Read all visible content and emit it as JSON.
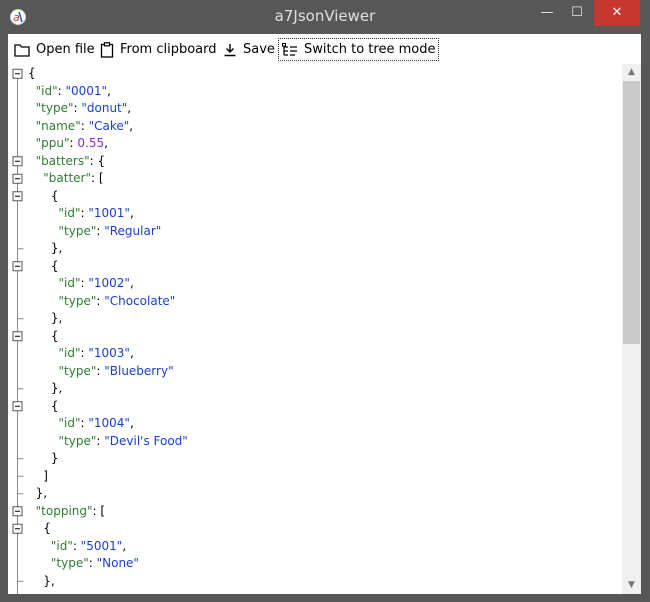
{
  "window": {
    "title": "a7JsonViewer",
    "controls": {
      "minimize": "—",
      "maximize": "☐",
      "close": "✕"
    },
    "accent": "#c7372f"
  },
  "toolbar": {
    "open_file": "Open file",
    "from_clipboard": "From clipboard",
    "save": "Save",
    "switch_mode": "Switch to tree mode"
  },
  "json_lines": [
    [
      {
        "t": "p",
        "v": "{"
      }
    ],
    [
      {
        "t": "p",
        "v": "  "
      },
      {
        "t": "k",
        "v": "\"id\""
      },
      {
        "t": "p",
        "v": ": "
      },
      {
        "t": "s",
        "v": "\"0001\""
      },
      {
        "t": "p",
        "v": ","
      }
    ],
    [
      {
        "t": "p",
        "v": "  "
      },
      {
        "t": "k",
        "v": "\"type\""
      },
      {
        "t": "p",
        "v": ": "
      },
      {
        "t": "s",
        "v": "\"donut\""
      },
      {
        "t": "p",
        "v": ","
      }
    ],
    [
      {
        "t": "p",
        "v": "  "
      },
      {
        "t": "k",
        "v": "\"name\""
      },
      {
        "t": "p",
        "v": ": "
      },
      {
        "t": "s",
        "v": "\"Cake\""
      },
      {
        "t": "p",
        "v": ","
      }
    ],
    [
      {
        "t": "p",
        "v": "  "
      },
      {
        "t": "k",
        "v": "\"ppu\""
      },
      {
        "t": "p",
        "v": ": "
      },
      {
        "t": "n",
        "v": "0.55"
      },
      {
        "t": "p",
        "v": ","
      }
    ],
    [
      {
        "t": "p",
        "v": "  "
      },
      {
        "t": "k",
        "v": "\"batters\""
      },
      {
        "t": "p",
        "v": ": {"
      }
    ],
    [
      {
        "t": "p",
        "v": "    "
      },
      {
        "t": "k",
        "v": "\"batter\""
      },
      {
        "t": "p",
        "v": ": ["
      }
    ],
    [
      {
        "t": "p",
        "v": "      {"
      }
    ],
    [
      {
        "t": "p",
        "v": "        "
      },
      {
        "t": "k",
        "v": "\"id\""
      },
      {
        "t": "p",
        "v": ": "
      },
      {
        "t": "s",
        "v": "\"1001\""
      },
      {
        "t": "p",
        "v": ","
      }
    ],
    [
      {
        "t": "p",
        "v": "        "
      },
      {
        "t": "k",
        "v": "\"type\""
      },
      {
        "t": "p",
        "v": ": "
      },
      {
        "t": "s",
        "v": "\"Regular\""
      }
    ],
    [
      {
        "t": "p",
        "v": "      },"
      }
    ],
    [
      {
        "t": "p",
        "v": "      {"
      }
    ],
    [
      {
        "t": "p",
        "v": "        "
      },
      {
        "t": "k",
        "v": "\"id\""
      },
      {
        "t": "p",
        "v": ": "
      },
      {
        "t": "s",
        "v": "\"1002\""
      },
      {
        "t": "p",
        "v": ","
      }
    ],
    [
      {
        "t": "p",
        "v": "        "
      },
      {
        "t": "k",
        "v": "\"type\""
      },
      {
        "t": "p",
        "v": ": "
      },
      {
        "t": "s",
        "v": "\"Chocolate\""
      }
    ],
    [
      {
        "t": "p",
        "v": "      },"
      }
    ],
    [
      {
        "t": "p",
        "v": "      {"
      }
    ],
    [
      {
        "t": "p",
        "v": "        "
      },
      {
        "t": "k",
        "v": "\"id\""
      },
      {
        "t": "p",
        "v": ": "
      },
      {
        "t": "s",
        "v": "\"1003\""
      },
      {
        "t": "p",
        "v": ","
      }
    ],
    [
      {
        "t": "p",
        "v": "        "
      },
      {
        "t": "k",
        "v": "\"type\""
      },
      {
        "t": "p",
        "v": ": "
      },
      {
        "t": "s",
        "v": "\"Blueberry\""
      }
    ],
    [
      {
        "t": "p",
        "v": "      },"
      }
    ],
    [
      {
        "t": "p",
        "v": "      {"
      }
    ],
    [
      {
        "t": "p",
        "v": "        "
      },
      {
        "t": "k",
        "v": "\"id\""
      },
      {
        "t": "p",
        "v": ": "
      },
      {
        "t": "s",
        "v": "\"1004\""
      },
      {
        "t": "p",
        "v": ","
      }
    ],
    [
      {
        "t": "p",
        "v": "        "
      },
      {
        "t": "k",
        "v": "\"type\""
      },
      {
        "t": "p",
        "v": ": "
      },
      {
        "t": "s",
        "v": "\"Devil's Food\""
      }
    ],
    [
      {
        "t": "p",
        "v": "      }"
      }
    ],
    [
      {
        "t": "p",
        "v": "    ]"
      }
    ],
    [
      {
        "t": "p",
        "v": "  },"
      }
    ],
    [
      {
        "t": "p",
        "v": "  "
      },
      {
        "t": "k",
        "v": "\"topping\""
      },
      {
        "t": "p",
        "v": ": ["
      }
    ],
    [
      {
        "t": "p",
        "v": "    {"
      }
    ],
    [
      {
        "t": "p",
        "v": "      "
      },
      {
        "t": "k",
        "v": "\"id\""
      },
      {
        "t": "p",
        "v": ": "
      },
      {
        "t": "s",
        "v": "\"5001\""
      },
      {
        "t": "p",
        "v": ","
      }
    ],
    [
      {
        "t": "p",
        "v": "      "
      },
      {
        "t": "k",
        "v": "\"type\""
      },
      {
        "t": "p",
        "v": ": "
      },
      {
        "t": "s",
        "v": "\"None\""
      }
    ],
    [
      {
        "t": "p",
        "v": "    },"
      }
    ]
  ],
  "folds": [
    "open",
    "none",
    "none",
    "none",
    "none",
    "open",
    "open",
    "open",
    "none",
    "none",
    "end",
    "open",
    "none",
    "none",
    "end",
    "open",
    "none",
    "none",
    "end",
    "open",
    "none",
    "none",
    "end",
    "end",
    "end",
    "open",
    "open",
    "none",
    "none",
    "end"
  ],
  "colors": {
    "key": "#2e7d32",
    "string": "#1a3fd0",
    "number": "#8a2be2"
  },
  "scrollbar": {
    "position_fraction": 0.0,
    "visible_fraction": 0.53
  }
}
